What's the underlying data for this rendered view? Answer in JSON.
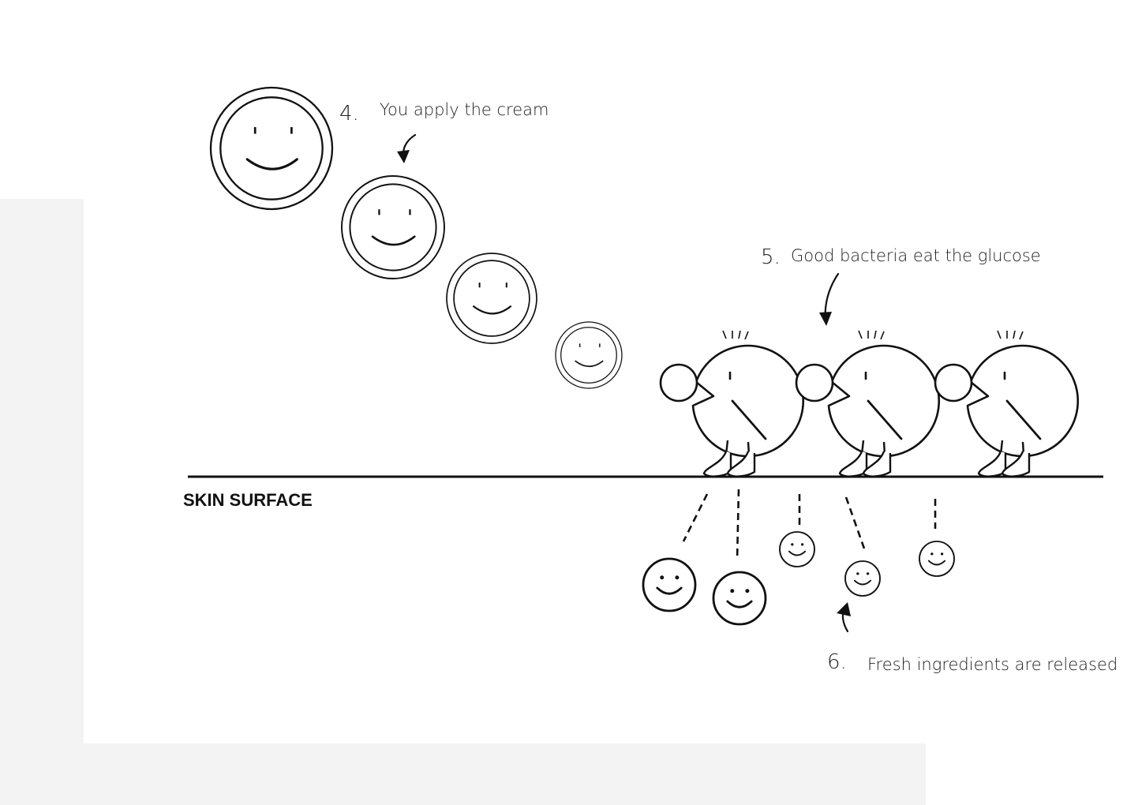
{
  "steps": [
    {
      "number": "4.",
      "text": "You apply the cream"
    },
    {
      "number": "5.",
      "text": "Good bacteria eat the glucose"
    },
    {
      "number": "6.",
      "text": "Fresh ingredients are released"
    }
  ],
  "surface_label": "SKIN SURFACE",
  "icons": [
    "smiley-capsule-icon",
    "bacteria-character-icon",
    "smiley-ingredient-icon",
    "arrow-icon"
  ],
  "colors": {
    "ink": "#111111",
    "panel": "#f3f3f3",
    "background": "#ffffff"
  }
}
